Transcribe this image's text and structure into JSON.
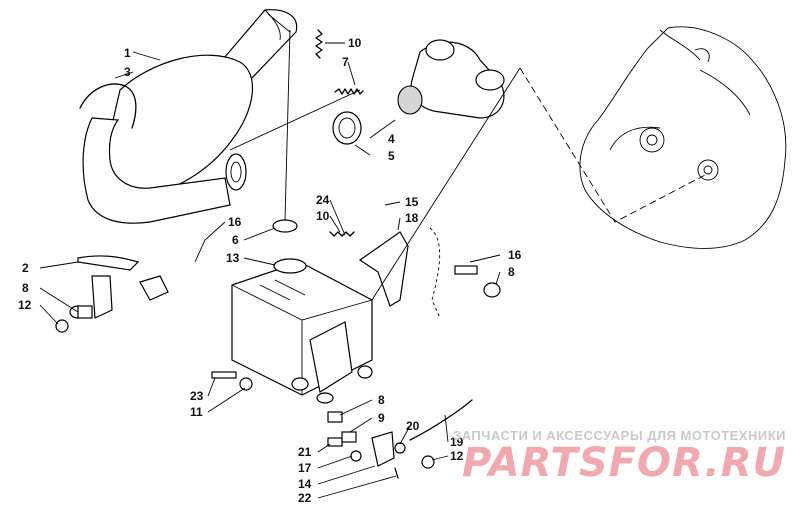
{
  "diagram": {
    "callouts": [
      {
        "id": "c1",
        "text": "1"
      },
      {
        "id": "c3",
        "text": "3"
      },
      {
        "id": "c10a",
        "text": "10"
      },
      {
        "id": "c7",
        "text": "7"
      },
      {
        "id": "c4",
        "text": "4"
      },
      {
        "id": "c5",
        "text": "5"
      },
      {
        "id": "c16a",
        "text": "16"
      },
      {
        "id": "c6",
        "text": "6"
      },
      {
        "id": "c13",
        "text": "13"
      },
      {
        "id": "c2",
        "text": "2"
      },
      {
        "id": "c8a",
        "text": "8"
      },
      {
        "id": "c12a",
        "text": "12"
      },
      {
        "id": "c24",
        "text": "24"
      },
      {
        "id": "c15",
        "text": "15"
      },
      {
        "id": "c10b",
        "text": "10"
      },
      {
        "id": "c18",
        "text": "18"
      },
      {
        "id": "c16b",
        "text": "16"
      },
      {
        "id": "c8b",
        "text": "8"
      },
      {
        "id": "c23",
        "text": "23"
      },
      {
        "id": "c11",
        "text": "11"
      },
      {
        "id": "c8c",
        "text": "8"
      },
      {
        "id": "c9",
        "text": "9"
      },
      {
        "id": "c20",
        "text": "20"
      },
      {
        "id": "c19",
        "text": "19"
      },
      {
        "id": "c21",
        "text": "21"
      },
      {
        "id": "c17",
        "text": "17"
      },
      {
        "id": "c14",
        "text": "14"
      },
      {
        "id": "c12b",
        "text": "12"
      },
      {
        "id": "c22",
        "text": "22"
      }
    ]
  },
  "watermark": {
    "caption": "ЗАПЧАСТИ И АКСЕССУАРЫ ДЛЯ МОТОТЕХНИКИ",
    "logo": "PARTSFOR.RU"
  },
  "colors": {
    "line": "#000000",
    "watermark_logo": "#f1a8ae",
    "watermark_caption": "#c9c9c9"
  }
}
